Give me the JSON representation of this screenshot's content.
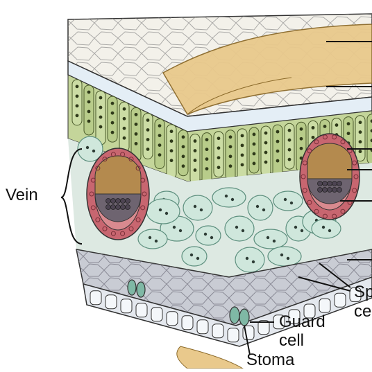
{
  "labels": {
    "vein": "Vein",
    "guard_cell_line1": "Guard",
    "guard_cell_line2": "cell",
    "stoma": "Stoma",
    "spongy_line1": "Sp",
    "spongy_line2": "ce"
  },
  "colors": {
    "background": "#ffffff",
    "cuticle": "#e9c98c",
    "upper_epidermis": "#e4eef6",
    "palisade": "#b8cc8a",
    "palisade_dark": "#8ea35e",
    "spongy": "#cfe7dc",
    "spongy_edge": "#7fb8a5",
    "bundle_sheath": "#c86670",
    "xylem": "#b48a4e",
    "phloem": "#6e6470",
    "lower_epidermis": "#c9ccd4",
    "outline": "#2a2a2a"
  }
}
